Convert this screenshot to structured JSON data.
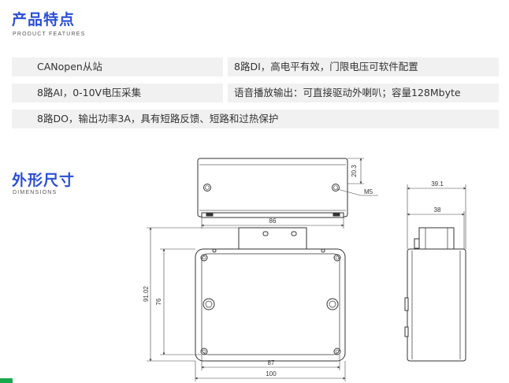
{
  "features_section": {
    "title": "产品特点",
    "subtitle": "PRODUCT FEATURES",
    "items": [
      "CANopen从站",
      "8路DI，高电平有效，门限电压可软件配置",
      "8路AI，0-10V电压采集",
      "语音播放输出：可直接驱动外喇叭；容量128Mbyte",
      "8路DO，输出功率3A，具有短路反馈、短路和过热保护"
    ]
  },
  "dimensions_section": {
    "title": "外形尺寸",
    "subtitle": "DIMENSIONS"
  },
  "dimensions": {
    "top_height": "20.3",
    "top_width": "86",
    "screw": "M5",
    "front_height_outer": "91.02",
    "front_height_inner": "76",
    "front_width_inner": "87",
    "front_width_outer": "100",
    "side_width_outer": "39.1",
    "side_width_inner": "38"
  },
  "colors": {
    "title_blue": "#2a4fd6",
    "feature_bg": "#f1f1f1",
    "accent_green": "#19a84a"
  }
}
